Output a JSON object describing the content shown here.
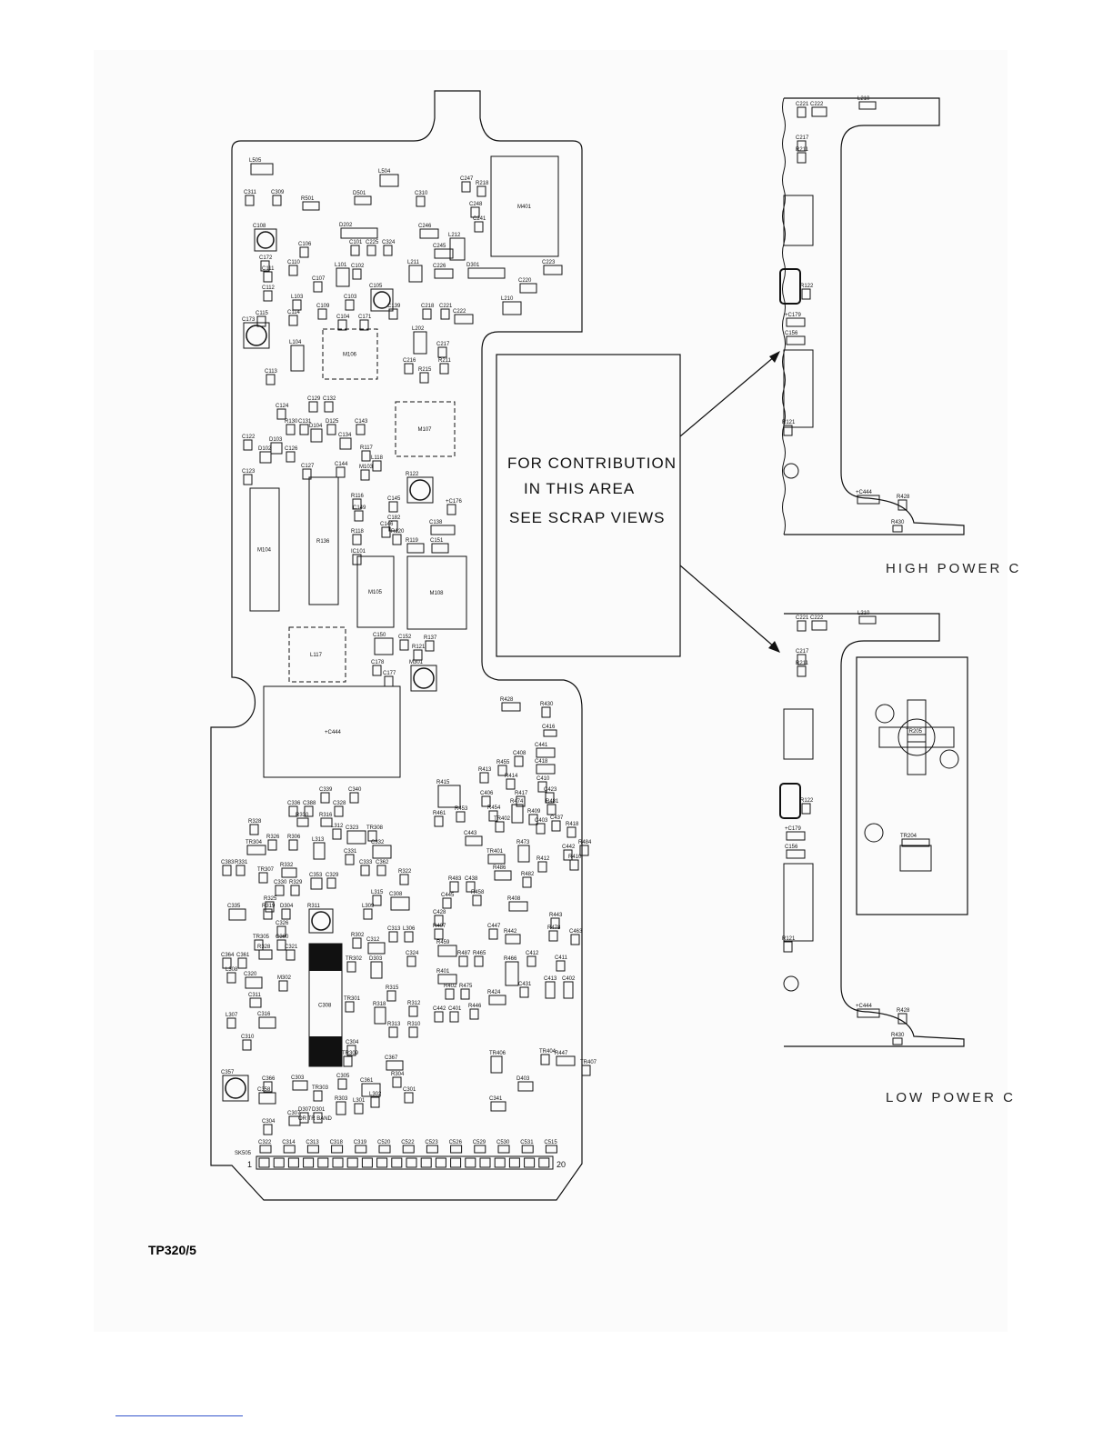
{
  "figure_ref": "TP320/5",
  "note": {
    "lines": [
      "FOR CONTRIBUTION",
      "IN THIS AREA",
      "SEE SCRAP VIEWS"
    ]
  },
  "scrap_views": {
    "high_power": {
      "caption": "HIGH POWER C",
      "components": [
        "C221",
        "C222",
        "L210",
        "C217",
        "R211",
        "R122",
        "+C179",
        "C156",
        "R121",
        "+C444",
        "R428",
        "R430"
      ]
    },
    "low_power": {
      "caption": "LOW POWER C",
      "components": [
        "C221",
        "C222",
        "L210",
        "C217",
        "R211",
        "R122",
        "+C179",
        "C156",
        "R121",
        "+C444",
        "R428",
        "R430",
        "TR205",
        "TR204"
      ]
    }
  },
  "connector": {
    "ref": "SK505",
    "first_pin": "1",
    "last_pin": "20",
    "pin_count": 20
  },
  "connector_caps": [
    "C322",
    "C314",
    "C313",
    "C318",
    "C319",
    "C520",
    "C522",
    "C523",
    "C526",
    "C529",
    "C530",
    "C531",
    "C515"
  ],
  "components": [
    "L505",
    "C311",
    "C309",
    "R501",
    "D501",
    "L504",
    "C310",
    "C247",
    "R218",
    "C248",
    "C241",
    "M401",
    "D202",
    "C246",
    "C245",
    "C226",
    "L212",
    "D301",
    "C223",
    "C220",
    "L210",
    "C222",
    "C217",
    "R211",
    "R215",
    "C216",
    "L202",
    "C218",
    "C221",
    "C139",
    "C105",
    "L211",
    "C101",
    "C225",
    "C324",
    "C102",
    "L101",
    "C108",
    "C106",
    "C172",
    "C110",
    "C111",
    "C112",
    "C107",
    "C113",
    "C173",
    "C115",
    "C114",
    "L103",
    "C109",
    "C103",
    "C104",
    "C171",
    "M106",
    "L104",
    "C124",
    "C129",
    "C132",
    "R130",
    "C131",
    "D125",
    "C143",
    "M107",
    "C122",
    "D103",
    "D102",
    "C126",
    "D104",
    "C134",
    "C123",
    "C127",
    "C144",
    "R117",
    "L118",
    "R122",
    "+C176",
    "C138",
    "C151",
    "R119",
    "C145",
    "C182",
    "R120",
    "C146",
    "C149",
    "R118",
    "R116",
    "M103",
    "M104",
    "R136",
    "IC101",
    "M105",
    "M108",
    "L117",
    "C150",
    "C152",
    "R121",
    "R137",
    "C178",
    "C177",
    "M301",
    "+C444",
    "R428",
    "R430",
    "C416",
    "C441",
    "C418",
    "C408",
    "R455",
    "R413",
    "R414",
    "C410",
    "C423",
    "R415",
    "C406",
    "R417",
    "R454",
    "R453",
    "R461",
    "TR402",
    "R474",
    "R409",
    "C403",
    "C437",
    "R418",
    "R481",
    "C443",
    "TR401",
    "R473",
    "C442",
    "R412",
    "R410",
    "R484",
    "R486",
    "R458",
    "R482",
    "R483",
    "C438",
    "C445",
    "R408",
    "C428",
    "R407",
    "C447",
    "R442",
    "R443",
    "R478",
    "C463",
    "R459",
    "R487",
    "R465",
    "C412",
    "C411",
    "R466",
    "C431",
    "R424",
    "C413",
    "C402",
    "R401",
    "R402",
    "R475",
    "C442",
    "C401",
    "R446",
    "TR404",
    "R447",
    "TR407",
    "TR406",
    "D403",
    "C341",
    "C339",
    "C340",
    "C336",
    "C388",
    "C328",
    "R330",
    "R316",
    "R328",
    "R326",
    "R306",
    "L312",
    "C323",
    "TR308",
    "TR304",
    "L313",
    "C332",
    "C331",
    "C333",
    "C362",
    "R322",
    "C383",
    "R331",
    "TR307",
    "R332",
    "C329",
    "C330",
    "R329",
    "R325",
    "R319",
    "D304",
    "C353",
    "L315",
    "C308",
    "L309",
    "C335",
    "C326",
    "C360",
    "R311",
    "R302",
    "C313",
    "L306",
    "C312",
    "C324",
    "TR305",
    "R328",
    "C321",
    "C364",
    "C361",
    "L308",
    "C320",
    "M302",
    "C308",
    "TR302",
    "D303",
    "C311",
    "R315",
    "R312",
    "TR301",
    "R318",
    "L307",
    "C316",
    "C310",
    "R313",
    "R310",
    "C304",
    "TR309",
    "C367",
    "C366",
    "C303",
    "C305",
    "L302",
    "C361",
    "R304",
    "C301",
    "TR303",
    "R303",
    "L301",
    "C358",
    "C357",
    "C304",
    "D307",
    "D301",
    "C307"
  ],
  "band_note": "OR TR BAND",
  "colors": {
    "ink": "#111111",
    "paper": "#fbfbfb",
    "dark_fill": "#111111"
  }
}
